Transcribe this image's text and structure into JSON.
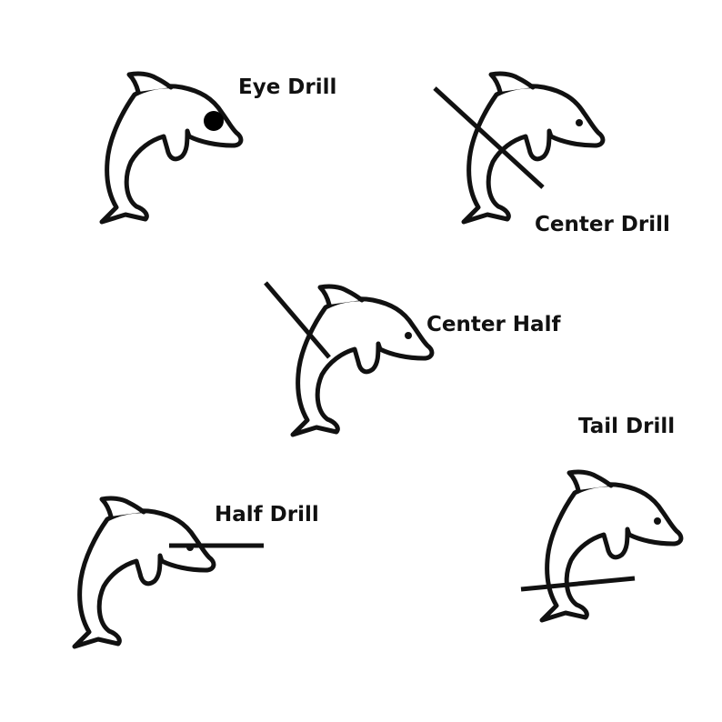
{
  "diagram": {
    "stroke_color": "#111111",
    "background": "#ffffff",
    "drills": [
      {
        "id": "eye",
        "label": "Eye Drill",
        "marker": "filled eye circle"
      },
      {
        "id": "center",
        "label": "Center Drill",
        "marker": "long diagonal line through body"
      },
      {
        "id": "center-half",
        "label": "Center Half",
        "marker": "short diagonal line to center"
      },
      {
        "id": "half",
        "label": "Half Drill",
        "marker": "horizontal line at eye level"
      },
      {
        "id": "tail",
        "label": "Tail Drill",
        "marker": "line across tail"
      }
    ]
  }
}
